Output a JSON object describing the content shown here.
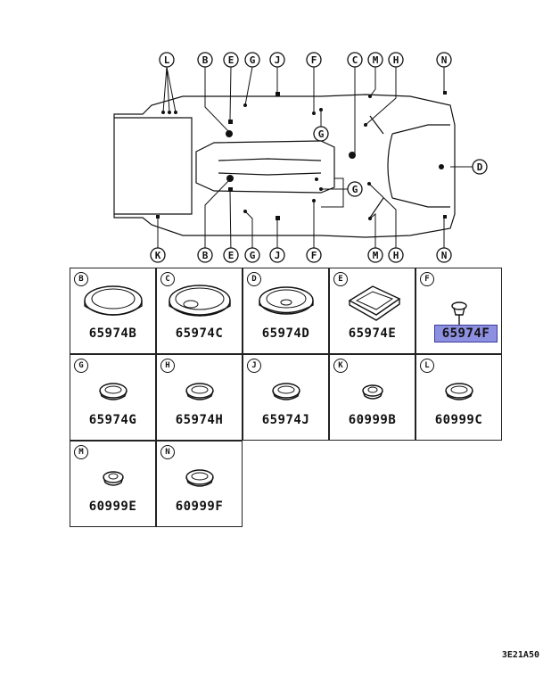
{
  "diagram": {
    "callouts_top": [
      "L",
      "B",
      "E",
      "G",
      "J",
      "F",
      "C",
      "M",
      "H",
      "N"
    ],
    "callouts_bottom": [
      "K",
      "B",
      "E",
      "G",
      "J",
      "F",
      "M",
      "H",
      "N"
    ],
    "callouts_side": [
      "G",
      "G",
      "D"
    ]
  },
  "parts": [
    {
      "letter": "B",
      "number": "65974B",
      "highlight": false,
      "icon": "large-grommet-icon"
    },
    {
      "letter": "C",
      "number": "65974C",
      "highlight": false,
      "icon": "large-dish-plug-icon"
    },
    {
      "letter": "D",
      "number": "65974D",
      "highlight": false,
      "icon": "dish-plug-icon"
    },
    {
      "letter": "E",
      "number": "65974E",
      "highlight": false,
      "icon": "square-plug-icon"
    },
    {
      "letter": "F",
      "number": "65974F",
      "highlight": true,
      "icon": "small-plug-icon"
    },
    {
      "letter": "G",
      "number": "65974G",
      "highlight": false,
      "icon": "grommet-icon"
    },
    {
      "letter": "H",
      "number": "65974H",
      "highlight": false,
      "icon": "grommet-icon"
    },
    {
      "letter": "J",
      "number": "65974J",
      "highlight": false,
      "icon": "grommet-icon"
    },
    {
      "letter": "K",
      "number": "60999B",
      "highlight": false,
      "icon": "small-grommet-icon"
    },
    {
      "letter": "L",
      "number": "60999C",
      "highlight": false,
      "icon": "grommet-icon"
    },
    {
      "letter": "M",
      "number": "60999E",
      "highlight": false,
      "icon": "small-grommet-icon"
    },
    {
      "letter": "N",
      "number": "60999F",
      "highlight": false,
      "icon": "grommet-icon"
    }
  ],
  "reference_code": "3E21A50",
  "colors": {
    "highlight": "#8d8fe0",
    "line": "#111111"
  }
}
